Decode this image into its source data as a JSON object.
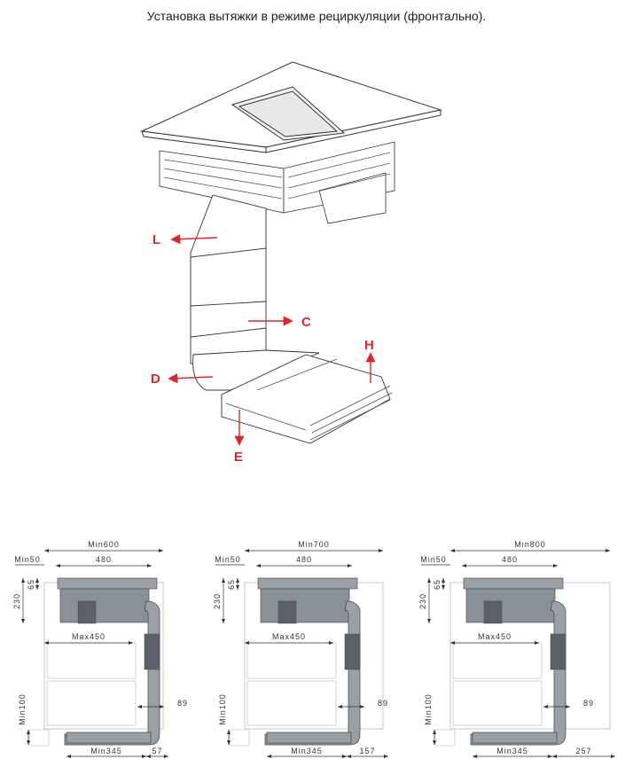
{
  "title": "Установка вытяжки в режиме рециркуляции (фронтально).",
  "colors": {
    "arrow": "#e0262b",
    "line": "#333333",
    "body": "#9aa0a8",
    "dark": "#5c6068"
  },
  "iso_labels": {
    "L": "L",
    "C": "C",
    "D": "D",
    "E": "E",
    "H": "H"
  },
  "panels": [
    {
      "width_label": "Min600",
      "min50": "Min50",
      "cooktop": "480",
      "h65": "65",
      "h230": "230",
      "max450": "Max450",
      "min100": "Min100",
      "d89": "89",
      "min345": "Min345",
      "gap": "57"
    },
    {
      "width_label": "Min700",
      "min50": "Min50",
      "cooktop": "480",
      "h65": "65",
      "h230": "230",
      "max450": "Max450",
      "min100": "Min100",
      "d89": "89",
      "min345": "Min345",
      "gap": "157"
    },
    {
      "width_label": "Min800",
      "min50": "Min50",
      "cooktop": "480",
      "h65": "65",
      "h230": "230",
      "max450": "Max450",
      "min100": "Min100",
      "d89": "89",
      "min345": "Min345",
      "gap": "257"
    }
  ]
}
